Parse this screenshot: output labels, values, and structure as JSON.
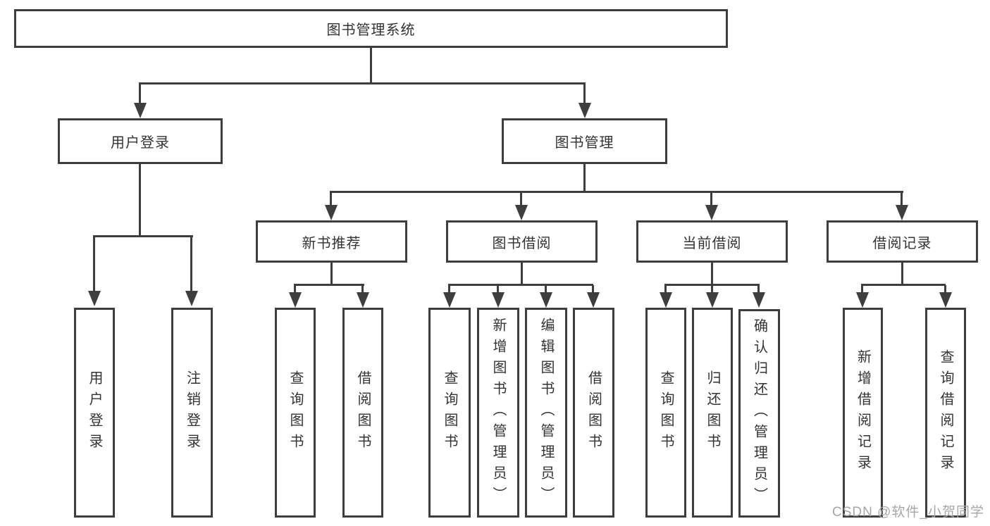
{
  "colors": {
    "line": "#3e3e3e",
    "text": "#333333",
    "watermark": "#a6a6a6",
    "background": "#ffffff"
  },
  "diagram": {
    "type": "hierarchy-tree",
    "root": {
      "label": "图书管理系统",
      "children": [
        {
          "label": "用户登录",
          "children": [
            {
              "label": "用户登录"
            },
            {
              "label": "注销登录"
            }
          ]
        },
        {
          "label": "图书管理",
          "children": [
            {
              "label": "新书推荐",
              "children": [
                {
                  "label": "查询图书"
                },
                {
                  "label": "借阅图书"
                }
              ]
            },
            {
              "label": "图书借阅",
              "children": [
                {
                  "label": "查询图书"
                },
                {
                  "label": "新增图书（管理员）"
                },
                {
                  "label": "编辑图书（管理员）"
                },
                {
                  "label": "借阅图书"
                }
              ]
            },
            {
              "label": "当前借阅",
              "children": [
                {
                  "label": "查询图书"
                },
                {
                  "label": "归还图书"
                },
                {
                  "label": "确认归还（管理员）"
                }
              ]
            },
            {
              "label": "借阅记录",
              "children": [
                {
                  "label": "新增借阅记录"
                },
                {
                  "label": "查询借阅记录"
                }
              ]
            }
          ]
        }
      ]
    }
  },
  "watermark": {
    "text": "CSDN @软件_小贺同学"
  }
}
